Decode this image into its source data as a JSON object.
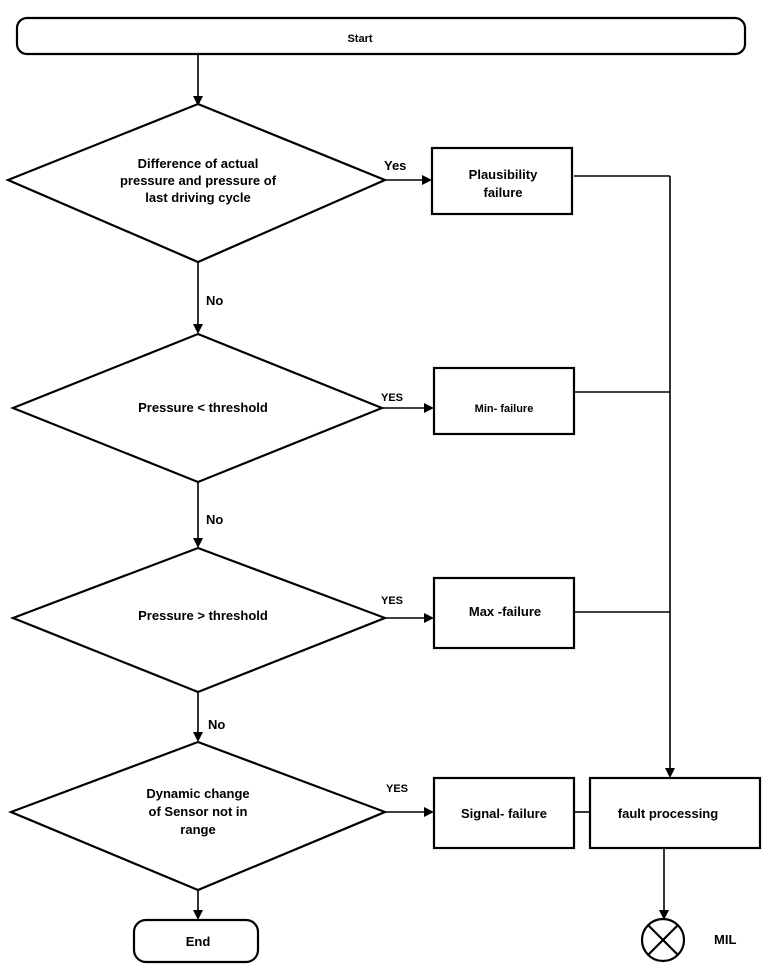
{
  "start": "Start",
  "end": "End",
  "decisions": {
    "d1": [
      "Difference of  actual",
      "pressure and pressure of",
      "last driving cycle"
    ],
    "d2": [
      "Pressure < threshold"
    ],
    "d3": [
      "Pressure > threshold"
    ],
    "d4": [
      "Dynamic change",
      "of Sensor not in",
      "range"
    ]
  },
  "boxes": {
    "plausibility": [
      "Plausibility",
      "failure"
    ],
    "min": "Min- failure",
    "max": "Max -failure",
    "signal": "Signal- failure",
    "fault": "fault processing"
  },
  "edge_labels": {
    "yes1": "Yes",
    "no1": "No",
    "yes2": "YES",
    "no2": "No",
    "yes3": "YES",
    "no3": "No",
    "yes4": "YES"
  },
  "lamp_label": "MIL"
}
